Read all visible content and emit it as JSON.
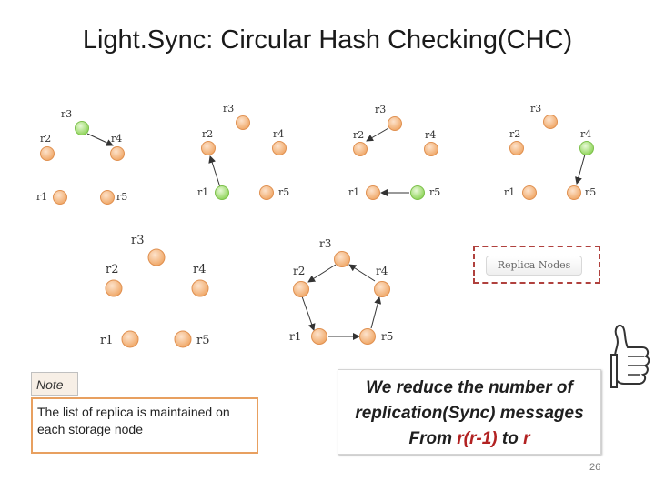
{
  "title": "Light.Sync: Circular Hash Checking(CHC)",
  "labels": {
    "r1": "r1",
    "r2": "r2",
    "r3": "r3",
    "r4": "r4",
    "r5": "r5"
  },
  "legend": {
    "label": "Replica Nodes"
  },
  "note": {
    "heading": "Note",
    "body": "The list of replica is maintained on each storage node"
  },
  "callout": {
    "line1": "We reduce the number of",
    "line2": "replication(Sync) messages",
    "line3_prefix": "From ",
    "line3_red1": "r(r-1)",
    "line3_mid": " to ",
    "line3_red2": "r"
  },
  "page_number": "26",
  "colors": {
    "node_orange": "#f4b183",
    "node_green": "#a9e07a",
    "legend_border": "#b0413e",
    "note_border": "#e8a060",
    "red_text": "#b22222"
  }
}
